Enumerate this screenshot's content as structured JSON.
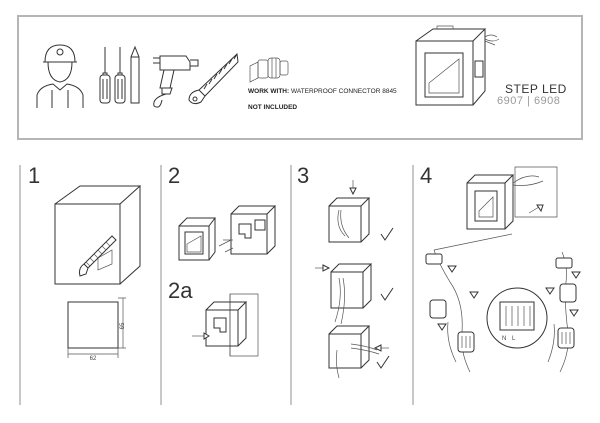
{
  "header": {
    "work_with_label": "WORK WITH:",
    "work_with_value": "WATERPROOF CONNECTOR 8845",
    "not_included": "NOT INCLUDED",
    "product_title": "STEP LED",
    "product_codes": "6907 | 6908",
    "tool_icons": [
      "installer-person-icon",
      "screwdrivers-icon",
      "pencil-icon",
      "drill-icon",
      "saw-icon",
      "waterproof-connector-icon"
    ]
  },
  "steps": [
    {
      "number": "1"
    },
    {
      "number": "2"
    },
    {
      "number": "2a"
    },
    {
      "number": "3"
    },
    {
      "number": "4"
    }
  ],
  "dimensions": {
    "height_label": "65",
    "width_label": "62"
  },
  "wiring_labels": {
    "n": "N",
    "l": "L"
  }
}
